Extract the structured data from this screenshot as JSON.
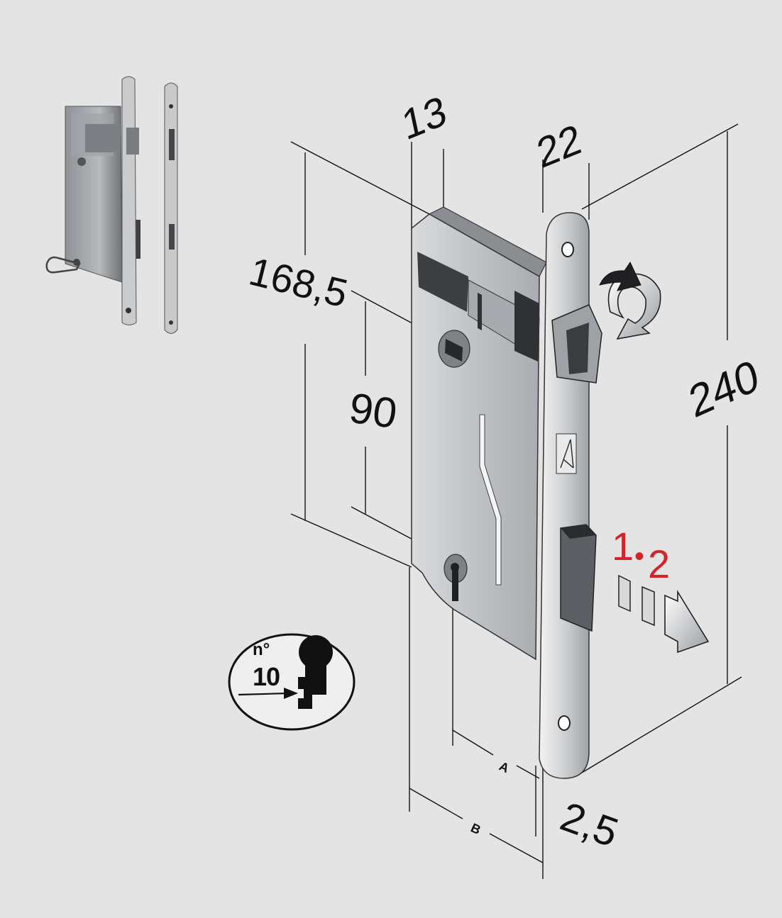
{
  "dimensions": {
    "backset_depth": "13",
    "faceplate_width": "22",
    "case_height": "168,5",
    "handle_to_key": "90",
    "faceplate_height": "240",
    "faceplate_thickness": "2,5"
  },
  "markers": {
    "a": "A",
    "b": "B"
  },
  "keyhole_badge": {
    "prefix": "n°",
    "number": "10"
  },
  "latch_positions": {
    "first": "1",
    "dot": "•",
    "second": "2"
  },
  "icons": [
    "lock-photo",
    "latch-reverse-arrow-icon",
    "bolt-throw-arrow-icon",
    "keyhole-icon"
  ],
  "colors": {
    "background": "#e4e4e4",
    "accent_red": "#d0262b"
  }
}
